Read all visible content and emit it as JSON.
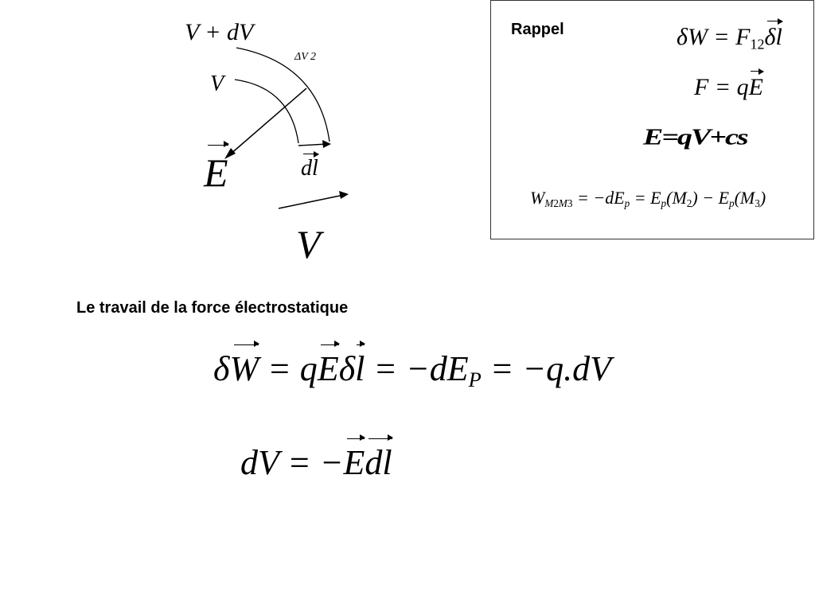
{
  "diagram": {
    "label_v_dv": "V + dV",
    "label_delta_v": "ΔV 2",
    "label_v": "V",
    "label_e": "E",
    "label_dl": "dl",
    "label_velocity": "V"
  },
  "rappel": {
    "title": "Rappel",
    "eq1_lhs": "δW = F",
    "eq1_sub": "12",
    "eq1_rhs": "δl",
    "eq2_lhs": "F = q",
    "eq2_rhs": "E",
    "eq3": "E",
    "eq3_rest": "=qV",
    "eq3_tail": "+cs",
    "eq4_w": "W",
    "eq4_sub1": "M",
    "eq4_sub2": "2",
    "eq4_sub3": "M",
    "eq4_sub4": "3",
    "eq4_rest": " = −dE",
    "eq4_p": "p",
    "eq4_mid": " = E",
    "eq4_p2": "p",
    "eq4_m2": "(M",
    "eq4_m2s": "2",
    "eq4_close": ") − E",
    "eq4_p3": "p",
    "eq4_m3": "(M",
    "eq4_m3s": "3",
    "eq4_end": ")"
  },
  "main": {
    "heading": "Le travail de la force électrostatique",
    "eq_main_1": "δ",
    "eq_main_w": "W",
    "eq_main_2": " = q",
    "eq_main_e": "E",
    "eq_main_3": "δ",
    "eq_main_l": "l",
    "eq_main_4": " = −dE",
    "eq_main_p": "P",
    "eq_main_5": " = −q.dV",
    "eq_second_1": "dV = −",
    "eq_second_e": "E",
    "eq_second_2": "d",
    "eq_second_l": "l"
  }
}
